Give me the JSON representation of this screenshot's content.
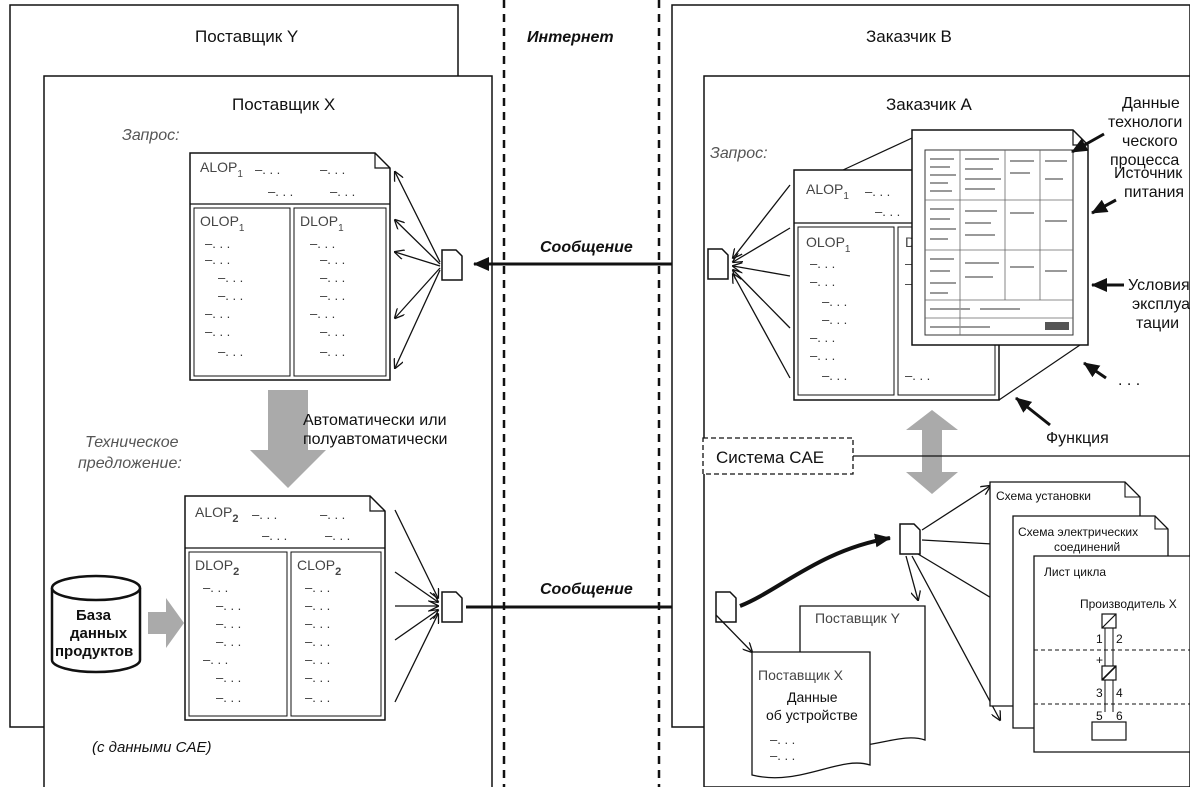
{
  "labels": {
    "supplier_y": "Поставщик Y",
    "supplier_x": "Поставщик X",
    "internet": "Интернет",
    "customer_b": "Заказчик B",
    "customer_a": "Заказчик A",
    "request_left": "Запрос:",
    "request_right": "Запрос:",
    "message_top": "Сообщение",
    "message_bottom": "Сообщение",
    "auto_line1": "Автоматически или",
    "auto_line2": "полуавтоматически",
    "tech_offer_line1": "Техническое",
    "tech_offer_line2": "предложение:",
    "with_cae": "(с данными CAE)",
    "db_line1": "База",
    "db_line2": "данных",
    "db_line3": "продуктов",
    "cae_system": "Система CAE",
    "function": "Функция",
    "process_data": [
      "Данные",
      "технологи",
      "ческого",
      "процесса"
    ],
    "power_source": [
      "Источник",
      "питания"
    ],
    "operating_conditions": [
      "Условия",
      "эксплуа",
      "тации"
    ],
    "ellipsis": ". . .",
    "install_scheme": "Схема установки",
    "electrical_scheme": [
      "Схема электрических",
      "соединений"
    ],
    "loop_sheet": "Лист цикла",
    "manufacturer_x": "Производитель X",
    "device_supplier_y": "Поставщик Y",
    "device_supplier_x": "Поставщик X",
    "device_data": [
      "Данные",
      "об устройстве"
    ],
    "terminals": [
      "1",
      "2",
      "3",
      "4",
      "5",
      "6"
    ],
    "terminal_plus": "+"
  },
  "documents": {
    "request_doc": {
      "top_label": "ALOP",
      "top_sub": "1",
      "left_label": "OLOP",
      "left_sub": "1",
      "right_label": "DLOP",
      "right_sub": "1"
    },
    "offer_doc": {
      "top_label": "ALOP",
      "top_sub": "2",
      "left_label": "DLOP",
      "left_sub": "2",
      "right_label": "CLOP",
      "right_sub": "2"
    },
    "customer_doc": {
      "top_label": "ALOP",
      "top_sub": "1",
      "left_label": "OLOP",
      "left_sub": "1",
      "right_label": "DL"
    }
  },
  "dots": {
    "dash_dots": "–. . .",
    "dots_only": "–. . ."
  }
}
